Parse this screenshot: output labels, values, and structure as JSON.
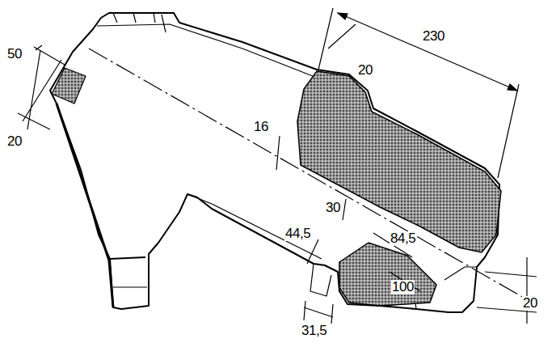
{
  "diagram": {
    "labels": [
      "50",
      "20",
      "230",
      "20",
      "16",
      "30",
      "44,5",
      "84,5",
      "100",
      "31,5",
      "20"
    ]
  }
}
